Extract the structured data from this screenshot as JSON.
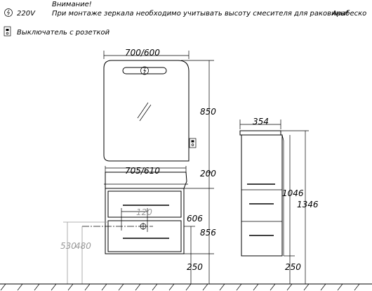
{
  "header": {
    "voltage_label": "220V",
    "warning_title": "Внимание!",
    "warning_text": "При монтаже зеркала необходимо учитывать высоту смесителя для раковины!",
    "model_name": "Арабеско",
    "switch_label": "Выключатель с розеткой"
  },
  "icons": [
    "electric-symbol-icon",
    "switch-socket-icon",
    "light-switch-icon",
    "glass-reflection-icon"
  ],
  "dimensions": {
    "mirror_width": "700/600",
    "mirror_height": "850",
    "gap_above_basin": "200",
    "basin_width": "705/610",
    "drain_offset": "120",
    "drain_height": "606",
    "vanity_total_height": "856",
    "vanity_floor_gap": "250",
    "pipe_height_a": "530",
    "pipe_height_b": "480",
    "column_width": "354",
    "column_body_height": "1046",
    "column_total_height": "1346",
    "column_floor_gap": "250"
  }
}
